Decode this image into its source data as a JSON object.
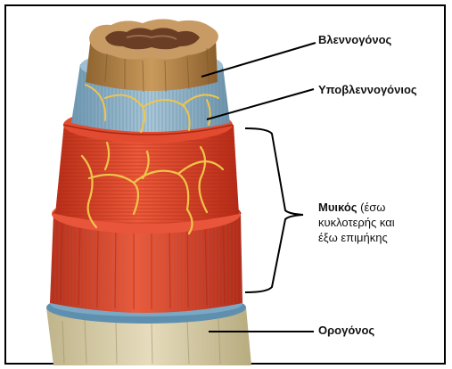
{
  "labels": {
    "mucosa": "Βλεννογόνος",
    "submucosa": "Υποβλεννογόνιος",
    "muscularis_bold": "Μυικός",
    "muscularis_rest": " (έσω",
    "muscularis_line2": "κυκλοτερής και",
    "muscularis_line3": "έξω επιμήκης",
    "serosa": "Ορογόνος"
  },
  "colors": {
    "mucosa": "#b88a4e",
    "submucosa": "#8fb3c8",
    "muscle": "#d8442a",
    "nerve": "#e8c23a",
    "serosa": "#d9cfa8",
    "serosa_band": "#5f8fae"
  }
}
